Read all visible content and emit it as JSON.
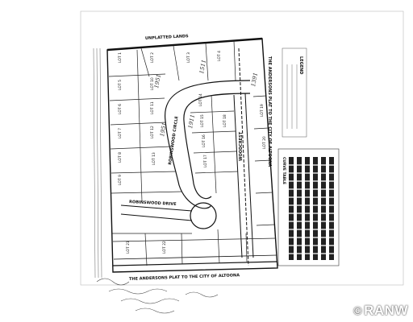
{
  "plat": {
    "road_labels": {
      "top": "UNPLATTED LANDS",
      "bottom": "THE ANDERSONS PLAT TO THE CITY OF ALTOONA",
      "right": "THE ANDERSONS PLAT TO THE CITY OF ALTOONA",
      "robinswood_drive": "ROBINSWOOD DRIVE",
      "woodcrest": "WOODCREST",
      "left_street": "ROBINSWOOD CIRCLE"
    },
    "lots": [
      "LOT 1",
      "LOT 2",
      "LOT 3",
      "LOT 4",
      "LOT 5",
      "LOT 6",
      "LOT 7",
      "LOT 8",
      "LOT 9",
      "LOT 10",
      "LOT 11",
      "LOT 12",
      "LOT 13",
      "LOT 14",
      "LOT 15",
      "LOT 16",
      "LOT 17",
      "LOT 18",
      "LOT 19",
      "LOT 20",
      "LOT 21",
      "LOT 22"
    ],
    "handwritten": [
      "1951",
      "1511",
      "1951",
      "1911",
      "1391"
    ],
    "legend_title": "LEGEND",
    "curve_table_title": "CURVE TABLE"
  },
  "watermark": {
    "text": "RANW"
  }
}
